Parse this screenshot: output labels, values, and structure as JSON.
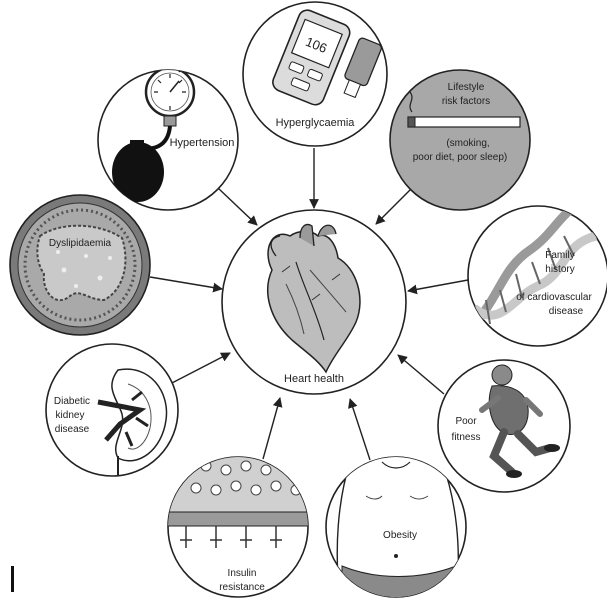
{
  "center": {
    "label": "Heart health"
  },
  "factors": {
    "hypertension": {
      "label": "Hypertension"
    },
    "hyperglycaemia": {
      "label": "Hyperglycaemia",
      "meter_reading": "106"
    },
    "lifestyle": {
      "label_line1": "Lifestyle",
      "label_line2": "risk factors",
      "detail_line1": "(smoking,",
      "detail_line2": "poor diet, poor sleep)"
    },
    "family_history": {
      "line1": "Family",
      "line2": "history",
      "line3": "of cardiovascular",
      "line4": "disease"
    },
    "poor_fitness": {
      "line1": "Poor",
      "line2": "fitness"
    },
    "obesity": {
      "label": "Obesity"
    },
    "insulin_resistance": {
      "line1": "Insulin",
      "line2": "resistance"
    },
    "diabetic_kidney": {
      "line1": "Diabetic",
      "line2": "kidney",
      "line3": "disease"
    },
    "dyslipidaemia": {
      "label": "Dyslipidaemia"
    }
  },
  "colors": {
    "stroke": "#222222",
    "shade_dark": "#8a8a8a",
    "shade_mid": "#b9b9b9",
    "shade_light": "#dcdcdc"
  }
}
